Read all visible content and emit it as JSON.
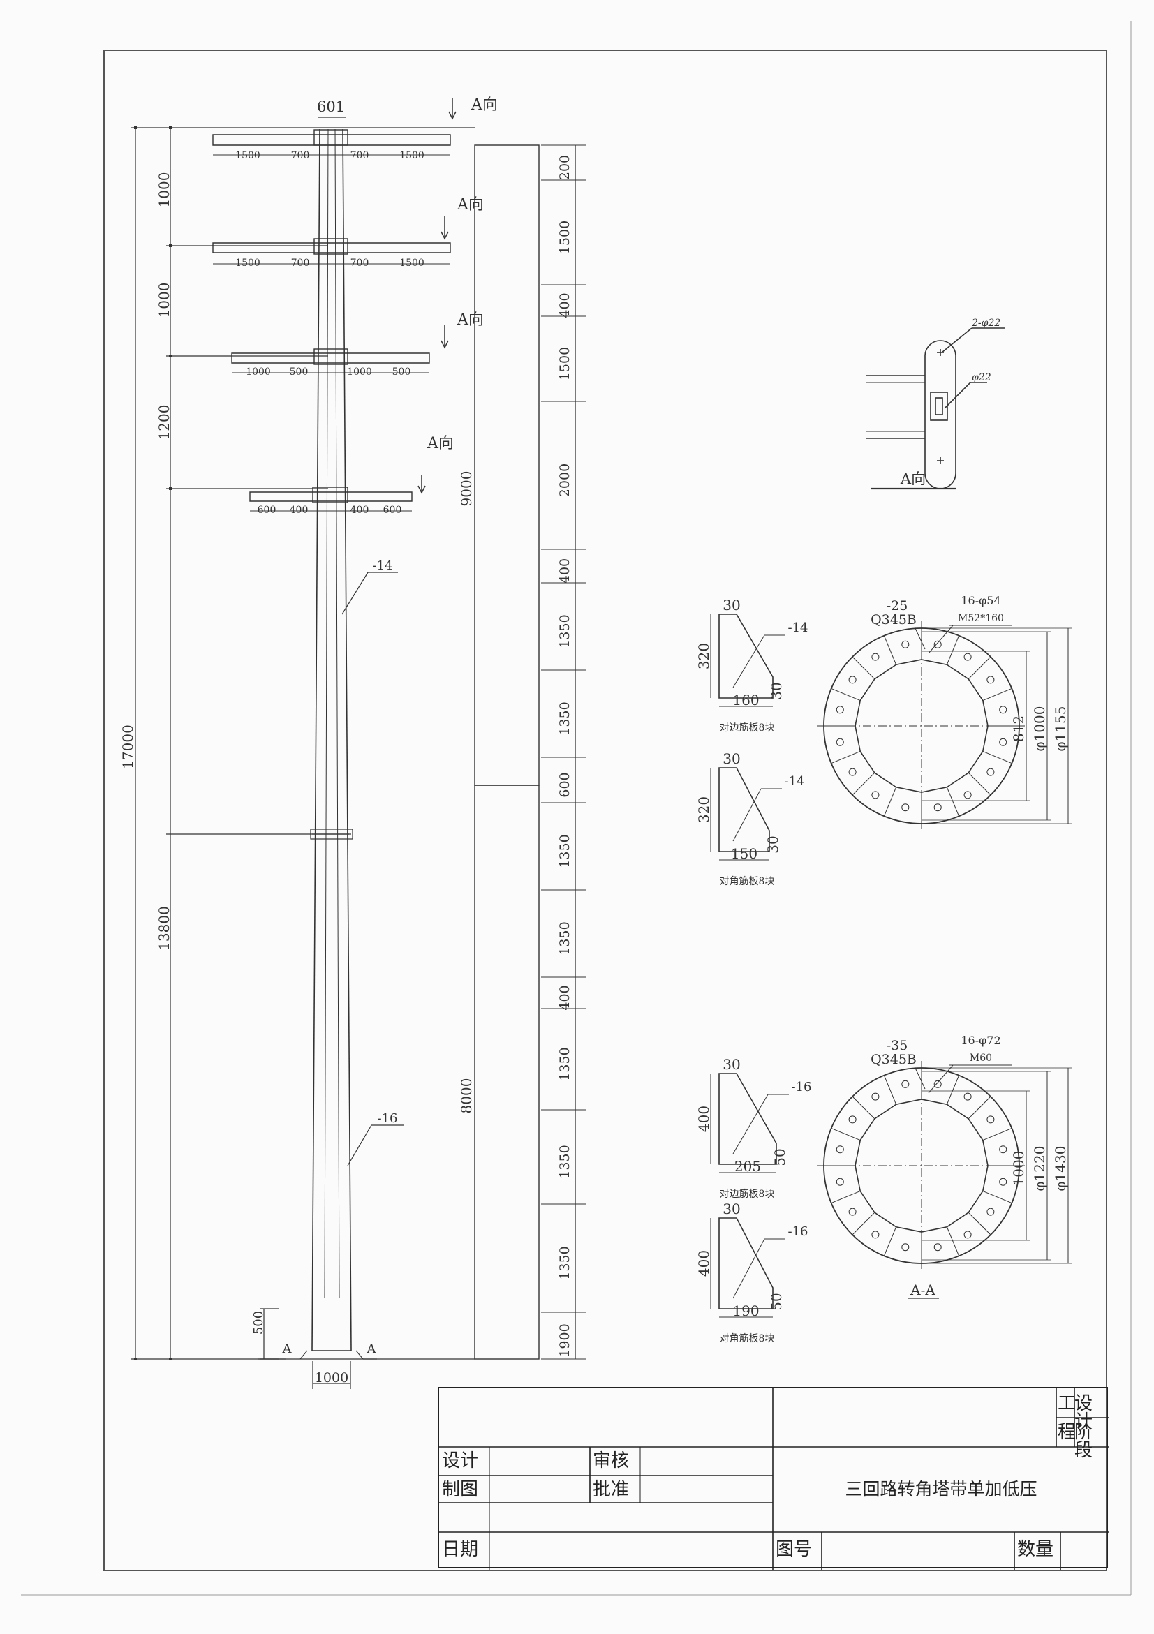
{
  "direction_label": "A向",
  "section_label": "A",
  "section_title": "A-A",
  "top_plate_width": "601",
  "heights": {
    "total": "17000",
    "upper": "13800",
    "arm_spacing_1": "1000",
    "arm_spacing_2": "1000",
    "arm_spacing_3": "1200",
    "base_offset": "500",
    "base_width": "1000",
    "segment_upper": "9000",
    "segment_lower": "8000"
  },
  "arms": [
    {
      "left": [
        "1500",
        "700"
      ],
      "right": [
        "700",
        "1500"
      ]
    },
    {
      "left": [
        "1500",
        "700"
      ],
      "right": [
        "700",
        "1500"
      ]
    },
    {
      "left": [
        "1000",
        "500"
      ],
      "right": [
        "1000",
        "500"
      ]
    },
    {
      "left": [
        "600",
        "400"
      ],
      "right": [
        "400",
        "600"
      ]
    }
  ],
  "right_dims": [
    "200",
    "1500",
    "400",
    "1500",
    "2000",
    "400",
    "1350",
    "1350",
    "600",
    "1350",
    "1350",
    "400",
    "1350",
    "1350",
    "1350",
    "1900"
  ],
  "shaft_thickness": [
    "-14",
    "-16"
  ],
  "detail_hole": {
    "holes": "2-φ22",
    "hole": "φ22"
  },
  "ribs": [
    {
      "top": "30",
      "h": "320",
      "w": "160",
      "b": "30",
      "t": "-14",
      "caption": "对边筋板8块"
    },
    {
      "top": "30",
      "h": "320",
      "w": "150",
      "b": "30",
      "t": "-14",
      "caption": "对角筋板8块"
    },
    {
      "top": "30",
      "h": "400",
      "w": "205",
      "b": "50",
      "t": "-16",
      "caption": "对边筋板8块"
    },
    {
      "top": "30",
      "h": "400",
      "w": "190",
      "b": "50",
      "t": "-16",
      "caption": "对角筋板8块"
    }
  ],
  "flanges": [
    {
      "thk": "-25",
      "mat": "Q345B",
      "holes": "16-φ54",
      "bolt": "M52*160",
      "d1": "812",
      "d2": "φ1000",
      "d3": "φ1155"
    },
    {
      "thk": "-35",
      "mat": "Q345B",
      "holes": "16-φ72",
      "bolt": "M60",
      "d1": "1000",
      "d2": "φ1220",
      "d3": "φ1430"
    }
  ],
  "title_block": {
    "project_1": "工",
    "project_2": "程",
    "stage_1": "设计",
    "stage_2": "阶段",
    "design": "设计",
    "draw": "制图",
    "check": "审核",
    "approve": "批准",
    "date": "日期",
    "drawing_no": "图号",
    "quantity": "数量",
    "drawing_title": "三回路转角塔带单加低压"
  }
}
